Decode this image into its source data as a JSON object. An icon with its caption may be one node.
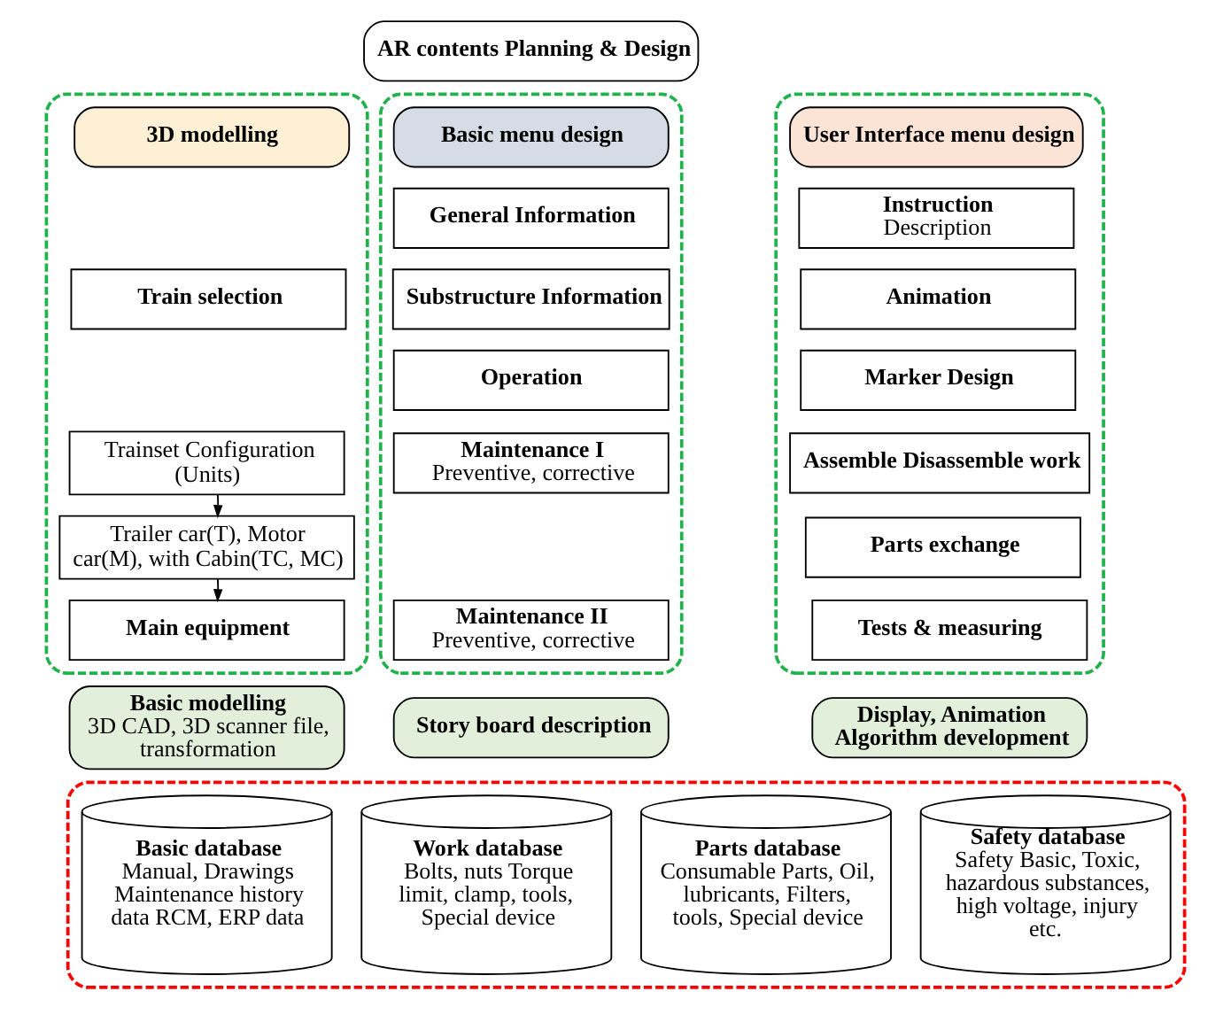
{
  "diagram": {
    "nodes": [
      {
        "text": [
          "AR contents Planning & Design"
        ]
      },
      {
        "text": [],
        "shape": "box"
      },
      {
        "text": [
          "3D modelling"
        ],
        "in": 1
      },
      {
        "text": [
          "Train selection"
        ],
        "in": 1
      },
      {
        "text": [
          "Trainset Configuration (Units)"
        ],
        "in": 1
      },
      {
        "text": [
          "Trailer car(T), Motor car(M), with Cabin(TC, MC)"
        ],
        "in": 1
      },
      {
        "text": [
          "Main equipment"
        ],
        "in": 1
      },
      {
        "text": [],
        "shape": "box"
      },
      {
        "text": [
          "Basic menu design"
        ],
        "in": 7
      },
      {
        "text": [
          "General Information"
        ],
        "in": 7
      },
      {
        "text": [
          "Substructure Information"
        ],
        "in": 7
      },
      {
        "text": [
          "Operation"
        ],
        "in": 7
      },
      {
        "text": [
          "Maintenance I",
          "Preventive, corrective"
        ],
        "in": 7
      },
      {
        "text": [
          "Maintenance II",
          "Preventive, corrective"
        ],
        "in": 7
      },
      {
        "text": [],
        "shape": "box"
      },
      {
        "text": [
          "User Interface menu design"
        ],
        "in": 14
      },
      {
        "text": [
          "Instruction",
          "Description"
        ],
        "in": 14
      },
      {
        "text": [
          "Animation"
        ],
        "in": 14
      },
      {
        "text": [
          "Marker Design"
        ],
        "in": 14
      },
      {
        "text": [
          "Assemble Disassemble work"
        ],
        "in": 14
      },
      {
        "text": [
          "Parts exchange"
        ],
        "in": 14
      },
      {
        "text": [
          "Tests & measuring"
        ],
        "in": 14
      },
      {
        "text": [
          "Basic modelling",
          "3D CAD, 3D scanner file, transformation"
        ]
      },
      {
        "text": [
          "Story board description"
        ]
      },
      {
        "text": [
          "Display, Animation Algorithm development"
        ]
      },
      {
        "text": [],
        "shape": "box"
      },
      {
        "text": [
          "Basic database",
          "Manual, Drawings Maintenance history data RCM, ERP data"
        ],
        "in": 25
      },
      {
        "text": [
          "Work database",
          "Bolts, nuts Torque limit, clamp, tools, Special device"
        ],
        "in": 25
      },
      {
        "text": [
          "Parts database",
          "Consumable Parts, Oil, lubricants, Filters, tools, Special device"
        ],
        "in": 25
      },
      {
        "text": [
          "Safety database",
          "Safety Basic, Toxic, hazardous substances, high voltage, injury etc."
        ],
        "in": 25
      }
    ],
    "edges": [
      {
        "from": 4,
        "to": 5,
        "arrow": "to"
      },
      {
        "from": 5,
        "to": 6,
        "arrow": "to"
      }
    ]
  }
}
